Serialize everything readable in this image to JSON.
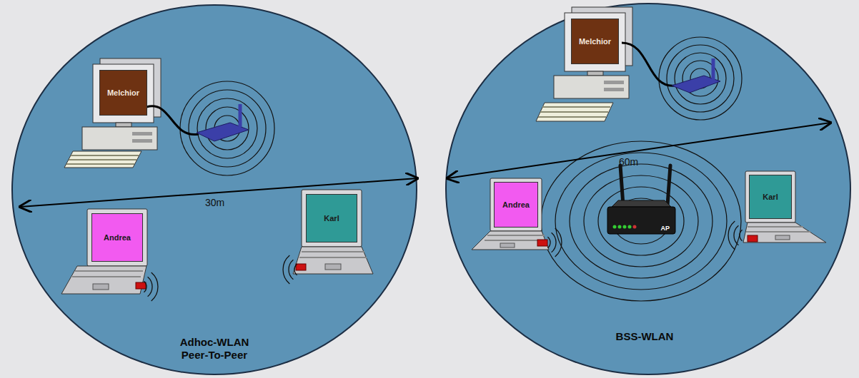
{
  "diagram": {
    "nodes": [
      {
        "text": [
          "Adhoc-WLAN Peer-To-Peer"
        ]
      },
      {
        "text": [
          "Melchior"
        ],
        "in": 0
      },
      {
        "text": [
          "Andrea"
        ],
        "in": 0
      },
      {
        "text": [
          "Karl"
        ],
        "in": 0
      },
      {
        "text": [
          "BSS-WLAN"
        ]
      },
      {
        "text": [
          "Melchior"
        ],
        "in": 4
      },
      {
        "text": [
          "Andrea"
        ],
        "in": 4
      },
      {
        "text": [
          "AP"
        ],
        "in": 4
      },
      {
        "text": [
          "Karl"
        ],
        "in": 4
      }
    ],
    "labels": [
      "30m",
      "60m"
    ]
  }
}
